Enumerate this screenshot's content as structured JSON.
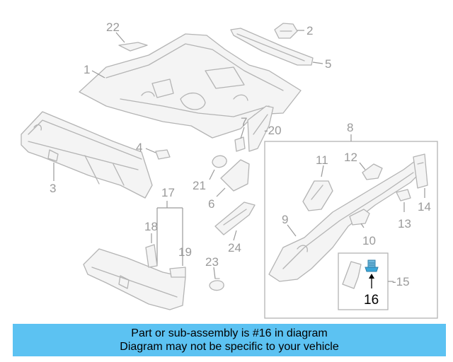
{
  "diagram": {
    "callouts": {
      "c1": "1",
      "c2": "2",
      "c3": "3",
      "c4": "4",
      "c5": "5",
      "c6": "6",
      "c7": "7",
      "c8": "8",
      "c9": "9",
      "c10": "10",
      "c11": "11",
      "c12": "12",
      "c13": "13",
      "c14": "14",
      "c15": "-15",
      "c16": "16",
      "c17": "17",
      "c18": "18",
      "c19": "19",
      "c20": "-20",
      "c21": "21",
      "c22": "22",
      "c23": "23",
      "c24": "24"
    },
    "highlighted_part": "16",
    "colors": {
      "line": "#b4b4b4",
      "label": "#9a9a9a",
      "highlight": "#3aa6d8",
      "banner": "#5cc2f2"
    }
  },
  "banner": {
    "line1": "Part or sub-assembly is #16 in diagram",
    "line2": "Diagram may not be specific to your vehicle"
  }
}
